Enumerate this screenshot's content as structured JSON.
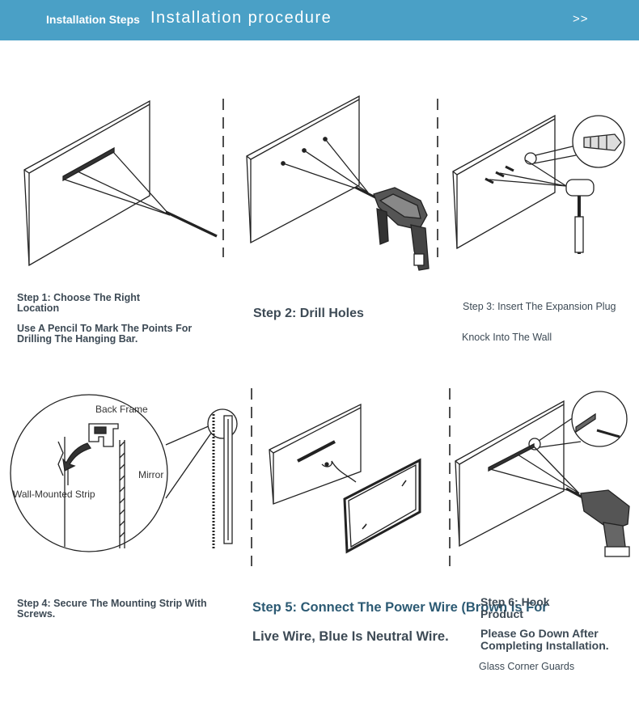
{
  "header": {
    "section_label": "Installation Steps",
    "title": "Installation procedure",
    "next_label": ">>"
  },
  "steps": {
    "step1": {
      "title": "Step 1: Choose The Right Location",
      "detail": "Use A Pencil To Mark The Points For Drilling The Hanging Bar."
    },
    "step2": {
      "title": "Step 2: Drill Holes"
    },
    "step3": {
      "title": "Step 3: Insert The Expansion Plug",
      "detail": "Knock Into The Wall"
    },
    "step4": {
      "title": "Step 4: Secure The Mounting Strip With Screws."
    },
    "step5": {
      "title": "Step 5: Connect The Power Wire (Brown Is For",
      "detail": "Live Wire, Blue Is Neutral Wire."
    },
    "step6": {
      "title": "Step 6: Hook Product",
      "detail": "Please Go Down After Completing Installation.",
      "note": "Glass Corner Guards"
    }
  },
  "callouts": {
    "back_frame": "Back Frame",
    "mirror": "Mirror",
    "wall_mounted_strip": "Wall-Mounted Strip"
  },
  "colors": {
    "header_bg": "#4aa0c6",
    "caption": "#3d4a55",
    "caption_accent": "#2c5a73"
  },
  "icons": {
    "next": "double-chevron-right-icon"
  }
}
